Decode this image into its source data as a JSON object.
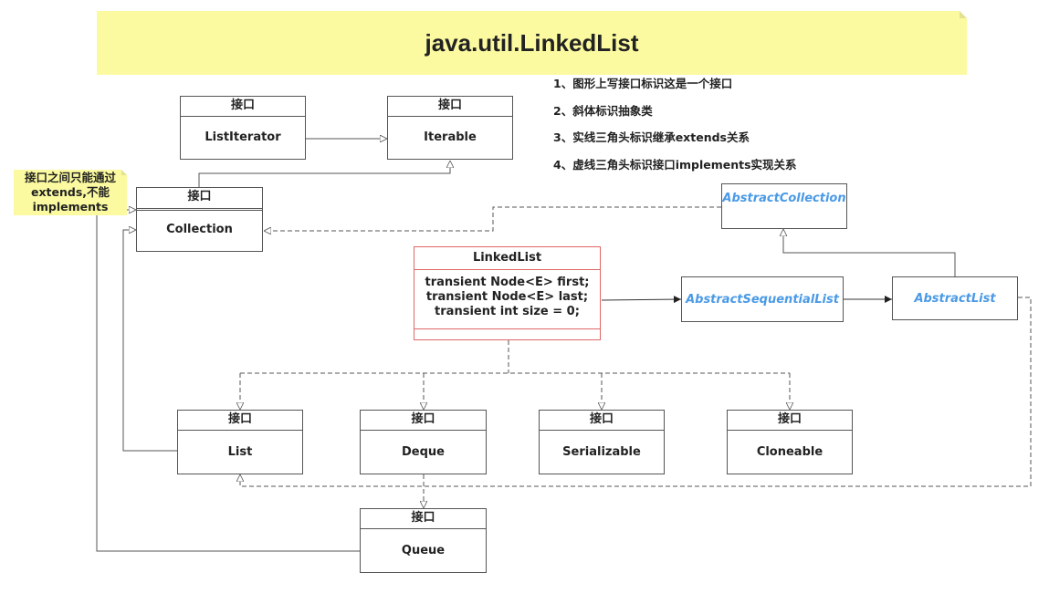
{
  "title": "java.util.LinkedList",
  "notes": [
    "1、图形上写接口标识这是一个接口",
    "2、斜体标识抽象类",
    "3、实线三角头标识继承extends关系",
    "4、虚线三角头标识接口implements实现关系"
  ],
  "side_note": [
    "接口之间只能通过",
    "extends,不能",
    "implements"
  ],
  "interface_label": "接口",
  "interfaces": {
    "list_iterator": "ListIterator",
    "iterable": "Iterable",
    "collection": "Collection",
    "list": "List",
    "deque": "Deque",
    "serializable": "Serializable",
    "cloneable": "Cloneable",
    "queue": "Queue"
  },
  "abstract_classes": {
    "abstract_collection": "AbstractCollection",
    "abstract_sequential_list": "AbstractSequentialList",
    "abstract_list": "AbstractList"
  },
  "linked_list": {
    "name": "LinkedList",
    "fields": [
      "transient Node<E> first;",
      "transient Node<E> last;",
      "transient int size = 0;"
    ]
  },
  "colors": {
    "note_bg": "#fbfaa0",
    "abstract_text": "#4a9ae6",
    "main_border": "#e06666",
    "line": "#555555"
  }
}
